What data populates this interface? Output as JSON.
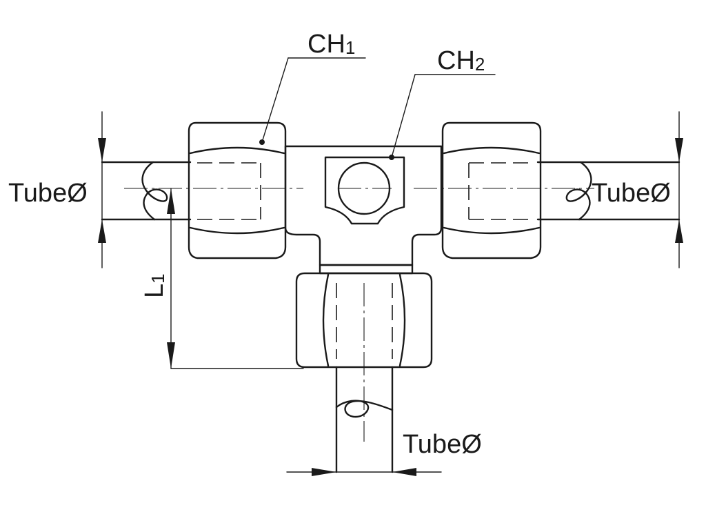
{
  "labels": {
    "ch1_main": "CH",
    "ch1_sub": "1",
    "ch2_main": "CH",
    "ch2_sub": "2",
    "tube_left": "TubeØ",
    "tube_right": "TubeØ",
    "tube_bottom": "TubeØ",
    "l1_main": "L",
    "l1_sub": "1"
  },
  "colors": {
    "line": "#1a1a1a",
    "background": "#ffffff"
  }
}
